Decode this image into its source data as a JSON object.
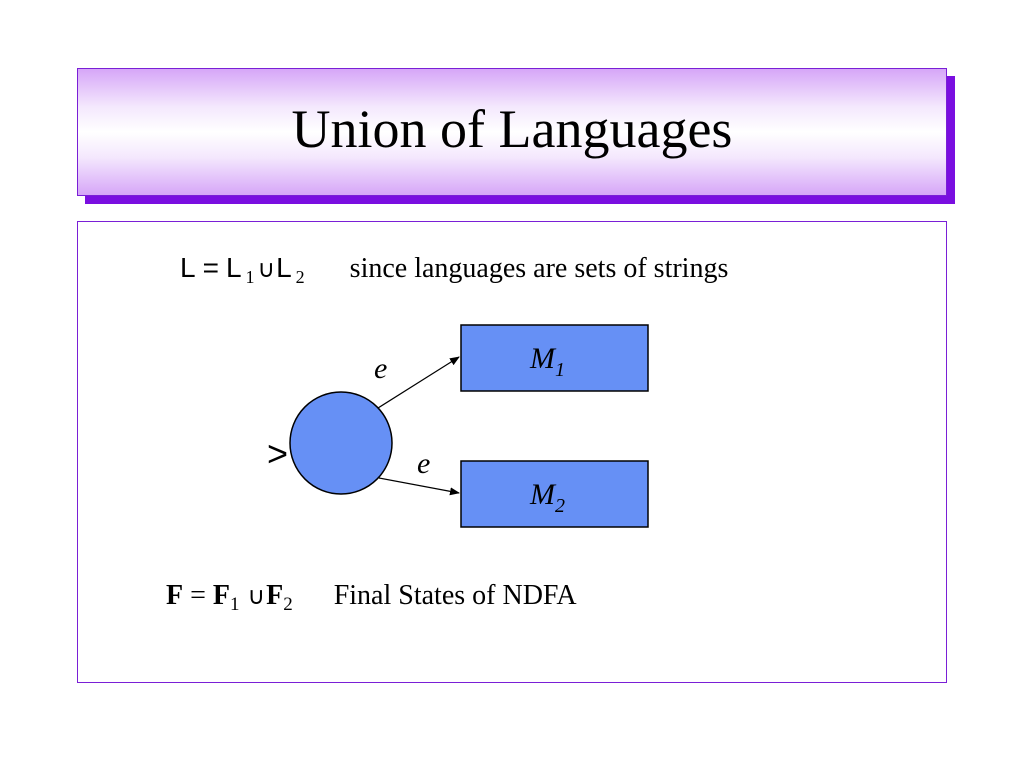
{
  "title": "Union of Languages",
  "equation1": {
    "lhs": "L",
    "equals": "=",
    "term1": "L",
    "term1_sub": "1",
    "union": "∪",
    "term2": "L",
    "term2_sub": "2",
    "note": "since languages are sets of strings"
  },
  "diagram": {
    "start_marker": ">",
    "edge_top_label": "e",
    "edge_bottom_label": "e",
    "machine1": "M",
    "machine1_sub": "1",
    "machine2": "M",
    "machine2_sub": "2",
    "fill_color": "#6690f5"
  },
  "equation2": {
    "lhs": "F",
    "equals": "=",
    "term1": "F",
    "term1_sub": "1",
    "union": "∪",
    "term2": "F",
    "term2_sub": "2",
    "note": "Final States of NDFA"
  },
  "colors": {
    "accent": "#7a0ee0",
    "border": "#7a1fd6"
  }
}
